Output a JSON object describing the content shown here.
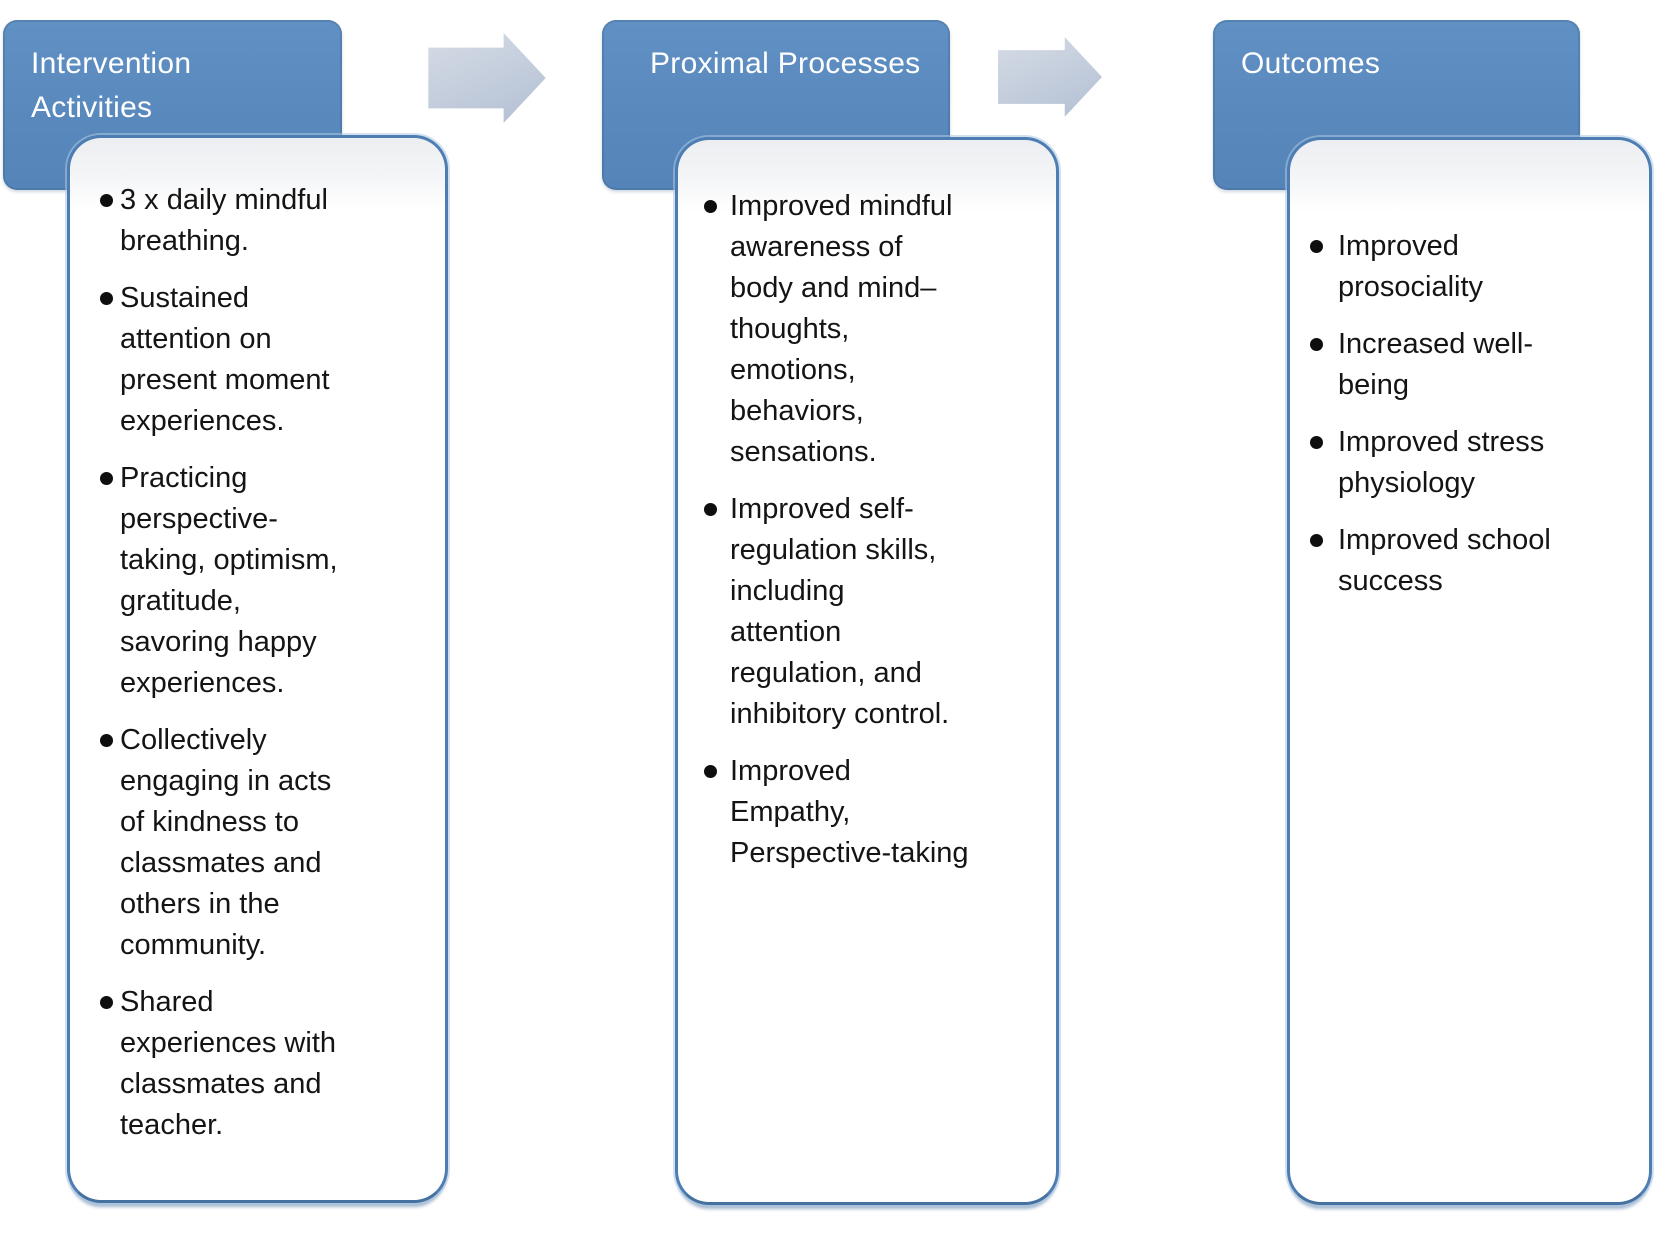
{
  "columns": [
    {
      "title": "Intervention\nActivities",
      "items": [
        "3 x daily mindful\nbreathing.",
        "Sustained\nattention on\npresent moment\nexperiences.",
        "Practicing\nperspective-\ntaking, optimism,\ngratitude,\nsavoring happy\nexperiences.",
        "Collectively\nengaging in acts\nof kindness to\nclassmates and\nothers in the\ncommunity.",
        "Shared\nexperiences with\nclassmates and\nteacher."
      ]
    },
    {
      "title": "Proximal Processes",
      "items": [
        "Improved mindful\nawareness of\nbody and mind–\nthoughts,\nemotions,\nbehaviors,\nsensations.",
        "Improved self-\nregulation skills,\nincluding\nattention\nregulation, and\ninhibitory control.",
        "Improved\nEmpathy,\nPerspective-taking"
      ]
    },
    {
      "title": "Outcomes",
      "items": [
        "Improved\nprosociality",
        "Increased well-\nbeing",
        "Improved stress\nphysiology",
        "Improved school\nsuccess"
      ]
    }
  ],
  "icons": {
    "arrow": "right-block-arrow"
  },
  "colors": {
    "header_blue": "#5b8cc0",
    "header_text": "#ffffff",
    "box_border": "#4d7db2",
    "box_top_tint": "#edeff2",
    "arrow_fill": "#c6cfdd",
    "bullet_text": "#141414"
  }
}
